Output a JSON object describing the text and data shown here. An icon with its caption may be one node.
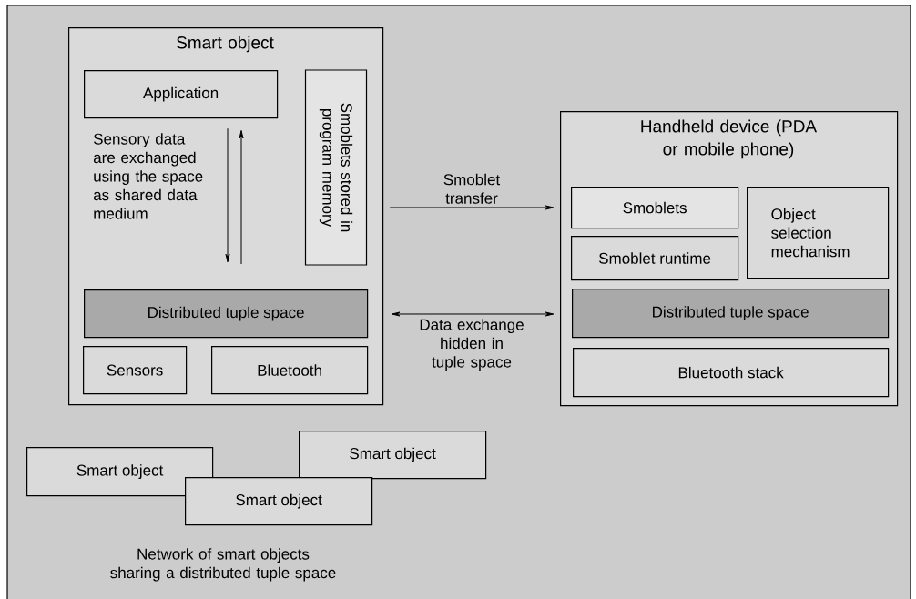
{
  "diagram": {
    "nodes": [
      {
        "text": [
          "Smart object"
        ]
      },
      {
        "text": [
          "Application"
        ],
        "in": 0
      },
      {
        "text": [
          "Smoblets stored in program memory"
        ],
        "in": 0
      },
      {
        "text": [
          "Distributed tuple space"
        ],
        "in": 0
      },
      {
        "text": [
          "Sensors"
        ],
        "in": 0
      },
      {
        "text": [
          "Bluetooth"
        ],
        "in": 0
      },
      {
        "text": [
          "Handheld device (PDA or mobile phone)"
        ]
      },
      {
        "text": [
          "Smoblets"
        ],
        "in": 6
      },
      {
        "text": [
          "Object selection mechanism"
        ],
        "in": 6
      },
      {
        "text": [
          "Smoblet runtime"
        ],
        "in": 6
      },
      {
        "text": [
          "Distributed tuple space"
        ],
        "in": 6
      },
      {
        "text": [
          "Bluetooth stack"
        ],
        "in": 6
      },
      {
        "text": [
          "Smart object"
        ]
      },
      {
        "text": [
          "Smart object"
        ]
      },
      {
        "text": [
          "Smart object"
        ]
      }
    ],
    "edges": [
      {
        "from": 1,
        "to": 3,
        "arrow": "to"
      },
      {
        "from": 3,
        "to": 1,
        "arrow": "to"
      },
      {
        "from": 0,
        "to": 6,
        "arrow": "to",
        "label": "Smoblet transfer"
      },
      {
        "from": 0,
        "to": 6,
        "arrow": "both",
        "label": "Data exchange hidden in tuple space"
      }
    ],
    "labels": [
      "Sensory data are exchanged using the space as shared data medium",
      "Network of smart objects sharing a distributed tuple space"
    ]
  }
}
